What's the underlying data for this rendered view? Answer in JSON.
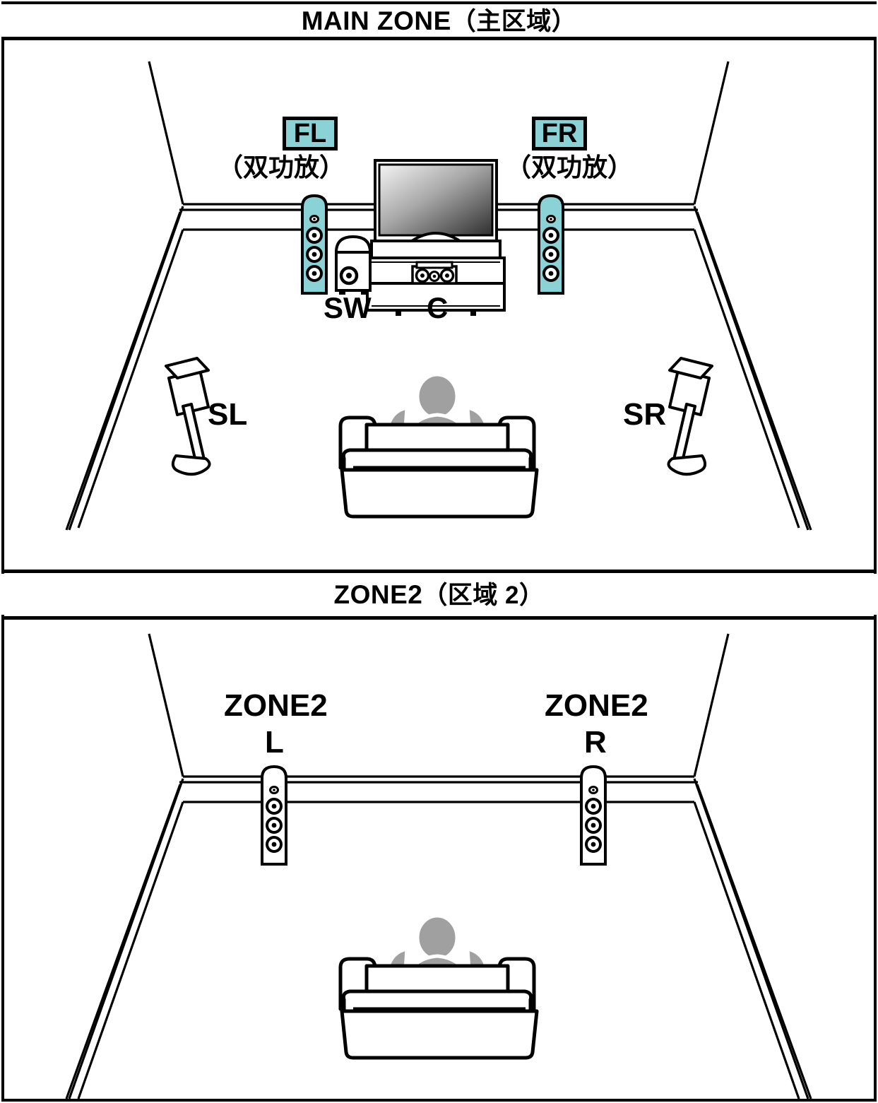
{
  "diagram": {
    "title_main": "MAIN ZONE（主区域）",
    "title_zone2": "ZONE2（区域 2）"
  },
  "colors": {
    "speaker_highlight": "#8ad2d6",
    "chip_fill": "#8ad2d6",
    "outline": "#000000",
    "person_fill": "#a0a0a0",
    "screen_light": "#f2f2f2",
    "screen_dark": "#3a3a3a"
  },
  "main_zone": {
    "header_latin": "MAIN ZONE",
    "header_cjk": "（主区域）",
    "speakers": [
      {
        "id": "fl",
        "chip": "FL",
        "note": "（双功放）",
        "highlight": true
      },
      {
        "id": "fr",
        "chip": "FR",
        "note": "（双功放）",
        "highlight": true
      },
      {
        "id": "sw",
        "label": "SW",
        "highlight": false
      },
      {
        "id": "c",
        "label": "C",
        "highlight": false
      },
      {
        "id": "sl",
        "label": "SL",
        "highlight": false
      },
      {
        "id": "sr",
        "label": "SR",
        "highlight": false
      }
    ]
  },
  "zone2": {
    "header_latin": "ZONE2",
    "header_cjk": "（区域 2）",
    "speakers": [
      {
        "id": "z2l",
        "line1": "ZONE2",
        "line2": "L",
        "highlight": false
      },
      {
        "id": "z2r",
        "line1": "ZONE2",
        "line2": "R",
        "highlight": false
      }
    ]
  }
}
